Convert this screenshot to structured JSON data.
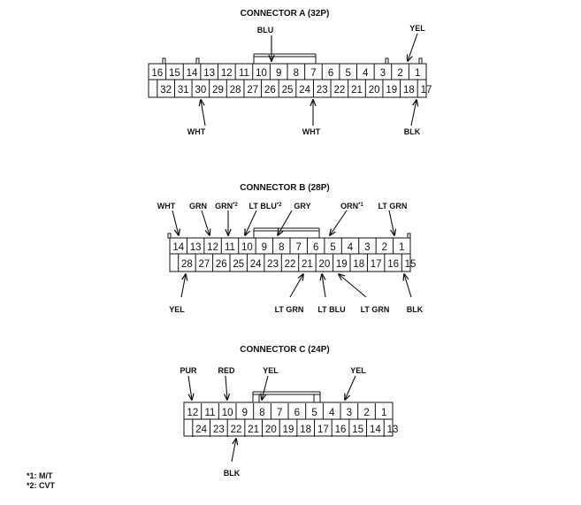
{
  "connectors": [
    {
      "id": "A",
      "title": "CONNECTOR A (32P)",
      "top_pins": [
        "16",
        "15",
        "14",
        "13",
        "12",
        "11",
        "10",
        "9",
        "8",
        "7",
        "6",
        "5",
        "4",
        "3",
        "2",
        "1"
      ],
      "bottom_pins": [
        "",
        "32",
        "31",
        "30",
        "29",
        "28",
        "27",
        "26",
        "25",
        "24",
        "23",
        "22",
        "21",
        "20",
        "19",
        "18",
        "17"
      ],
      "wires": [
        {
          "color": "BLU",
          "note": "",
          "pin": "9"
        },
        {
          "color": "YEL",
          "note": "",
          "pin": "1"
        },
        {
          "color": "WHT",
          "note": "",
          "pin": "30"
        },
        {
          "color": "WHT",
          "note": "",
          "pin": "23"
        },
        {
          "color": "BLK",
          "note": "",
          "pin": "17"
        }
      ]
    },
    {
      "id": "B",
      "title": "CONNECTOR B (28P)",
      "top_pins": [
        "14",
        "13",
        "12",
        "11",
        "10",
        "9",
        "8",
        "7",
        "6",
        "5",
        "4",
        "3",
        "2",
        "1"
      ],
      "bottom_pins": [
        "",
        "28",
        "27",
        "26",
        "25",
        "24",
        "23",
        "22",
        "21",
        "20",
        "19",
        "18",
        "17",
        "16",
        "15"
      ],
      "wires": [
        {
          "color": "WHT",
          "note": "",
          "pin": "14"
        },
        {
          "color": "GRN",
          "note": "",
          "pin": "12"
        },
        {
          "color": "GRN",
          "note": "*2",
          "pin": "11"
        },
        {
          "color": "LT BLU",
          "note": "*2",
          "pin": "10"
        },
        {
          "color": "GRY",
          "note": "",
          "pin": "8"
        },
        {
          "color": "ORN",
          "note": "*1",
          "pin": "5"
        },
        {
          "color": "LT GRN",
          "note": "",
          "pin": "1"
        },
        {
          "color": "YEL",
          "note": "",
          "pin": "28"
        },
        {
          "color": "LT GRN",
          "note": "",
          "pin": "21"
        },
        {
          "color": "LT BLU",
          "note": "",
          "pin": "20"
        },
        {
          "color": "LT GRN",
          "note": "",
          "pin": "19"
        },
        {
          "color": "BLK",
          "note": "",
          "pin": "15"
        }
      ]
    },
    {
      "id": "C",
      "title": "CONNECTOR C (24P)",
      "top_pins": [
        "12",
        "11",
        "10",
        "9",
        "8",
        "7",
        "6",
        "5",
        "4",
        "3",
        "2",
        "1"
      ],
      "bottom_pins": [
        "",
        "24",
        "23",
        "22",
        "21",
        "20",
        "19",
        "18",
        "17",
        "16",
        "15",
        "14",
        "13"
      ],
      "wires": [
        {
          "color": "PUR",
          "note": "",
          "pin": "12"
        },
        {
          "color": "RED",
          "note": "",
          "pin": "10"
        },
        {
          "color": "YEL",
          "note": "",
          "pin": "8"
        },
        {
          "color": "YEL",
          "note": "",
          "pin": "3"
        },
        {
          "color": "BLK",
          "note": "",
          "pin": "22"
        }
      ]
    }
  ],
  "footnotes": [
    "*1: M/T",
    "*2: CVT"
  ]
}
